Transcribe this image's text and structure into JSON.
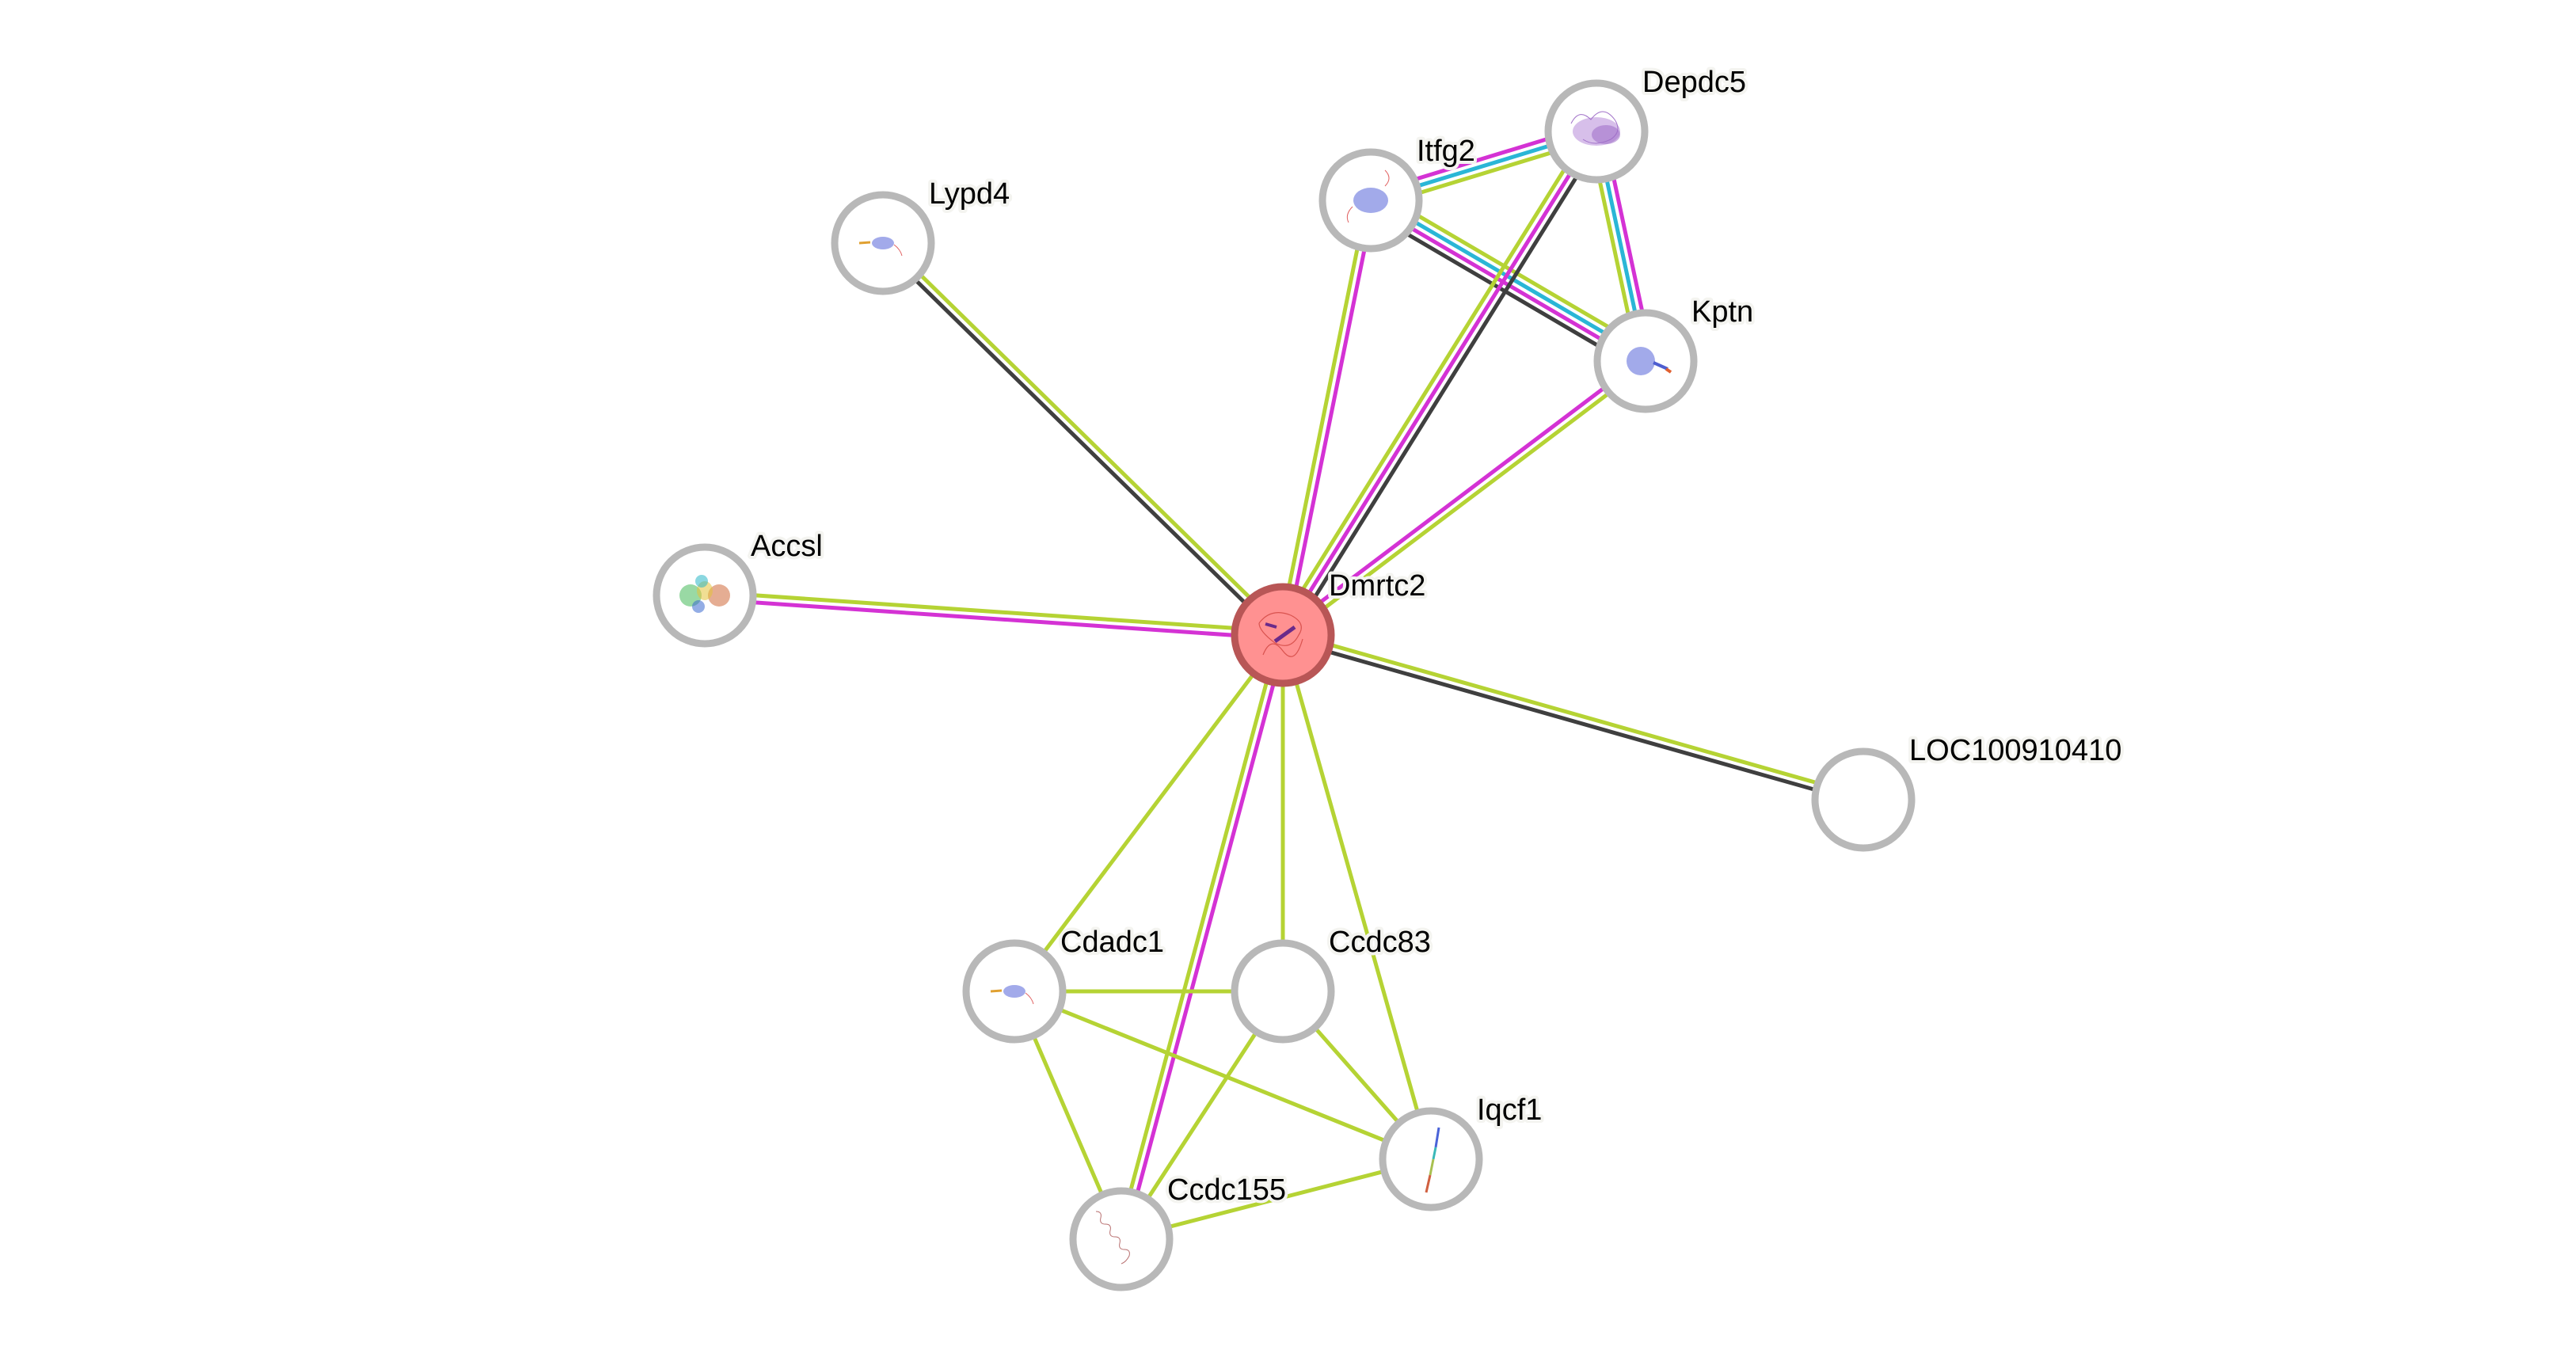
{
  "network": {
    "title": "Protein interaction network",
    "channel_colors": {
      "textmining": "#b5d334",
      "coexpression": "#3f3f3f",
      "experiments": "#d432d4",
      "databases": "#2ab6d6"
    },
    "nodes": [
      {
        "id": "Dmrtc2",
        "label": "Dmrtc2",
        "query": true,
        "structure": "coil-helix"
      },
      {
        "id": "Depdc5",
        "label": "Depdc5",
        "query": false,
        "structure": "large-purple"
      },
      {
        "id": "Itfg2",
        "label": "Itfg2",
        "query": false,
        "structure": "beta-blue"
      },
      {
        "id": "Kptn",
        "label": "Kptn",
        "query": false,
        "structure": "beta-blue-helix"
      },
      {
        "id": "Lypd4",
        "label": "Lypd4",
        "query": false,
        "structure": "beta-blue-small"
      },
      {
        "id": "Accsl",
        "label": "Accsl",
        "query": false,
        "structure": "rainbow-dimer"
      },
      {
        "id": "LOC100910410",
        "label": "LOC100910410",
        "query": false,
        "structure": "none"
      },
      {
        "id": "Cdadc1",
        "label": "Cdadc1",
        "query": false,
        "structure": "beta-blue-small"
      },
      {
        "id": "Ccdc83",
        "label": "Ccdc83",
        "query": false,
        "structure": "none"
      },
      {
        "id": "Iqcf1",
        "label": "Iqcf1",
        "query": false,
        "structure": "rainbow-helix"
      },
      {
        "id": "Ccdc155",
        "label": "Ccdc155",
        "query": false,
        "structure": "coil-brown"
      }
    ],
    "edges": [
      {
        "source": "Itfg2",
        "target": "Depdc5",
        "channels": [
          "experiments",
          "databases",
          "textmining"
        ]
      },
      {
        "source": "Depdc5",
        "target": "Kptn",
        "channels": [
          "experiments",
          "databases",
          "textmining"
        ]
      },
      {
        "source": "Itfg2",
        "target": "Kptn",
        "channels": [
          "textmining",
          "databases",
          "experiments",
          "coexpression"
        ]
      },
      {
        "source": "Depdc5",
        "target": "Dmrtc2",
        "channels": [
          "coexpression",
          "experiments",
          "textmining"
        ]
      },
      {
        "source": "Itfg2",
        "target": "Dmrtc2",
        "channels": [
          "experiments",
          "textmining"
        ]
      },
      {
        "source": "Kptn",
        "target": "Dmrtc2",
        "channels": [
          "textmining",
          "experiments"
        ]
      },
      {
        "source": "Lypd4",
        "target": "Dmrtc2",
        "channels": [
          "textmining",
          "coexpression"
        ]
      },
      {
        "source": "Accsl",
        "target": "Dmrtc2",
        "channels": [
          "textmining",
          "experiments"
        ]
      },
      {
        "source": "LOC100910410",
        "target": "Dmrtc2",
        "channels": [
          "coexpression",
          "textmining"
        ]
      },
      {
        "source": "Cdadc1",
        "target": "Dmrtc2",
        "channels": [
          "textmining"
        ]
      },
      {
        "source": "Ccdc83",
        "target": "Dmrtc2",
        "channels": [
          "textmining"
        ]
      },
      {
        "source": "Iqcf1",
        "target": "Dmrtc2",
        "channels": [
          "textmining"
        ]
      },
      {
        "source": "Ccdc155",
        "target": "Dmrtc2",
        "channels": [
          "textmining",
          "experiments"
        ]
      },
      {
        "source": "Cdadc1",
        "target": "Ccdc83",
        "channels": [
          "textmining"
        ]
      },
      {
        "source": "Cdadc1",
        "target": "Iqcf1",
        "channels": [
          "textmining"
        ]
      },
      {
        "source": "Cdadc1",
        "target": "Ccdc155",
        "channels": [
          "textmining"
        ]
      },
      {
        "source": "Ccdc83",
        "target": "Ccdc155",
        "channels": [
          "textmining"
        ]
      },
      {
        "source": "Ccdc83",
        "target": "Iqcf1",
        "channels": [
          "textmining"
        ]
      },
      {
        "source": "Iqcf1",
        "target": "Ccdc155",
        "channels": [
          "textmining"
        ]
      }
    ]
  }
}
